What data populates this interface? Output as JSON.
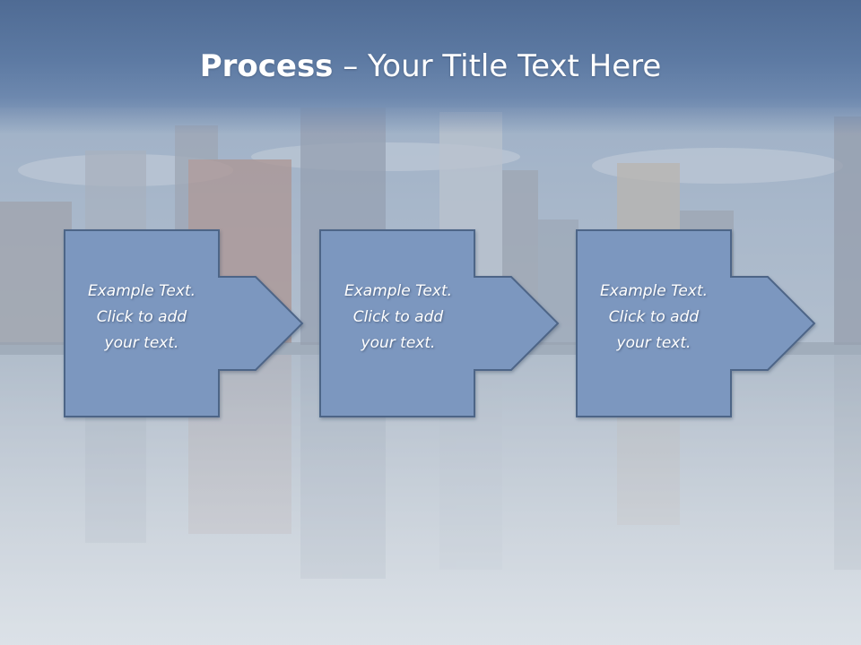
{
  "slide": {
    "title_bold": "Process",
    "title_rest": " – Your Title Text Here"
  },
  "steps": [
    {
      "text": "Example Text.\nClick  to add\nyour text."
    },
    {
      "text": "Example Text.\nClick  to add\nyour text."
    },
    {
      "text": "Example Text.\nClick  to add\nyour text."
    }
  ],
  "colors": {
    "title_band": "#5d7aa3",
    "box_fill": "#7b97bf",
    "box_border": "#4e6587",
    "text": "#ffffff"
  },
  "background_image": "city-skyline-reflected-in-water"
}
